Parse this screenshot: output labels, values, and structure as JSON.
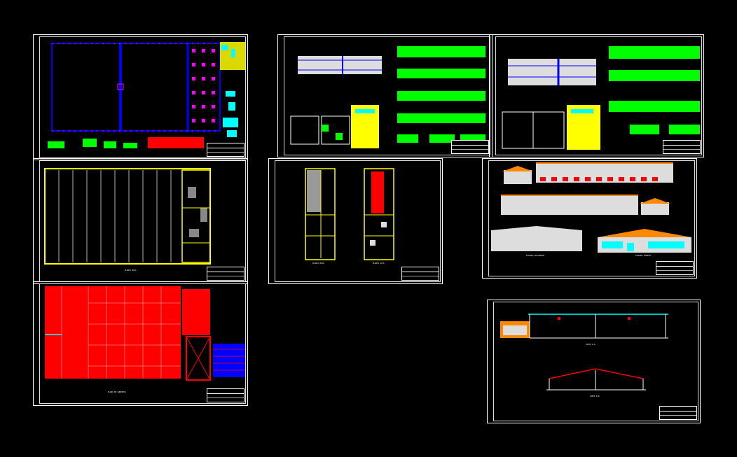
{
  "app": {
    "title": "",
    "background": "#000000"
  },
  "colors": {
    "frame": "#ffffff",
    "wall": "#ffff00",
    "grid": "#0000ff",
    "column": "#ff00ff",
    "roof": "#ff0000",
    "dimension": "#00ff00",
    "annotation": "#00ffff"
  },
  "sheets": [
    {
      "id": "floor-grid-plan",
      "caption": ""
    },
    {
      "id": "ground-floor-plan",
      "caption": "PLANTA BAJA"
    },
    {
      "id": "roof-plan",
      "caption": "PLANO DE CUBIERTA"
    },
    {
      "id": "structure-details-1",
      "caption": ""
    },
    {
      "id": "structure-details-2",
      "caption": ""
    },
    {
      "id": "office-plans",
      "caption_left": "PLANTA BAJA",
      "caption_right": "PLANTA ALTA"
    },
    {
      "id": "elevations",
      "caption_left": "FACHADA POSTERIOR",
      "caption_right": "FACHADA FRONTAL"
    },
    {
      "id": "sections",
      "caption_top": "CORTE A-A",
      "caption_bottom": "CORTE B-B"
    }
  ]
}
